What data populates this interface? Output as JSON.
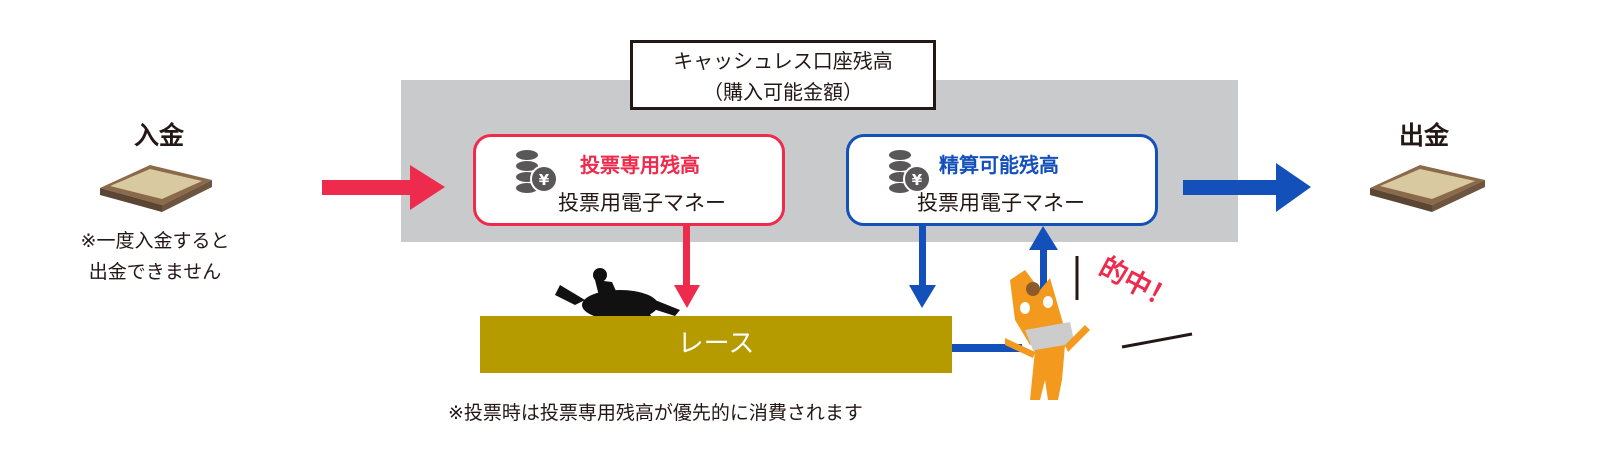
{
  "account": {
    "title_line1": "キャッシュレス口座残高",
    "title_line2": "（購入可能金額）"
  },
  "deposit": {
    "label": "入金",
    "note_line1": "※一度入金すると",
    "note_line2": "出金できません"
  },
  "withdraw": {
    "label": "出金"
  },
  "voting_balance": {
    "title": "投票専用残高",
    "subtitle": "投票用電子マネー"
  },
  "settle_balance": {
    "title": "精算可能残高",
    "subtitle": "投票用電子マネー"
  },
  "race": {
    "label": "レース"
  },
  "hit_label": "的中！",
  "bottom_note": "※投票時は投票専用残高が優先的に消費されます",
  "colors": {
    "red": "#ee2b4c",
    "blue": "#1450b9",
    "gray": "#c9cacb",
    "race": "#b59a00",
    "mascot": "#f39a1e"
  }
}
